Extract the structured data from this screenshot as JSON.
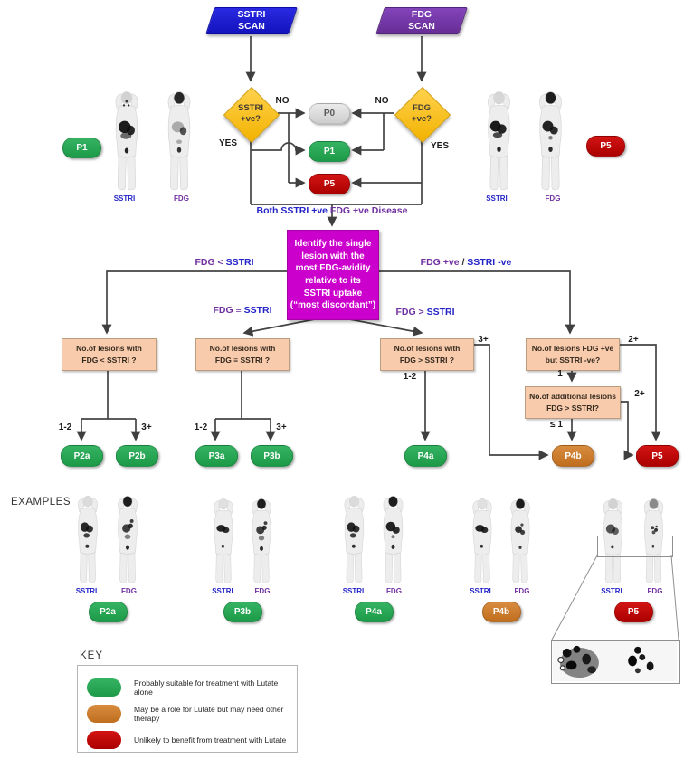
{
  "palette": {
    "blue": "#1717CE",
    "purple": "#7030A0",
    "gold": "#FFC000",
    "green": "#23A455",
    "orange": "#C8792B",
    "red": "#C00000",
    "gray": "#D9D9D9",
    "peach": "#F8CBAD",
    "magenta": "#CC00CC",
    "label_blue": "#2424C8",
    "line": "#444444"
  },
  "scan_nodes": {
    "sstri": {
      "label": "SSTRI\nSCAN"
    },
    "fdg": {
      "label": "FDG\nSCAN"
    }
  },
  "decisions": {
    "sstri": {
      "label": "SSTRI\n+ve?"
    },
    "fdg": {
      "label": "FDG\n+ve?"
    }
  },
  "edge_labels": {
    "no_left": "NO",
    "no_right": "NO",
    "yes_left": "YES",
    "yes_right": "YES"
  },
  "grades": {
    "p0": "P0",
    "p1": "P1",
    "p5": "P5"
  },
  "side_left": {
    "grade": "P1",
    "sstri": "SSTRI",
    "fdg": "FDG"
  },
  "side_right": {
    "grade": "P5",
    "sstri": "SSTRI",
    "fdg": "FDG"
  },
  "both_line": {
    "blue": "Both SSTRI +ve",
    "purple": " FDG +ve Disease"
  },
  "discordant_box": "Identify the single\nlesion with the\nmost FDG-avidity\nrelative to its\nSSTRI uptake\n(“most discordant”)",
  "branch_labels": {
    "lt": {
      "purple": "FDG < ",
      "blue": "SSTRI"
    },
    "eq": {
      "purple": "FDG ≡ ",
      "blue": "SSTRI"
    },
    "gt": {
      "purple": "FDG > ",
      "blue": "SSTRI"
    },
    "pos": {
      "purple": "FDG +ve ",
      "slash": "/",
      "blue": " SSTRI -ve"
    }
  },
  "questions": {
    "q1": "No.of lesions with\nFDG < SSTRI ?",
    "q2": "No.of lesions with\nFDG ≡ SSTRI ?",
    "q3": "No.of lesions with\nFDG > SSTRI ?",
    "q4": "No.of lesions FDG +ve\nbut SSTRI -ve?",
    "q5": "No.of additional lesions\nFDG > SSTRI?"
  },
  "counts": {
    "q1_low": "1-2",
    "q1_high": "3+",
    "q2_low": "1-2",
    "q2_high": "3+",
    "q3_low": "1-2",
    "q3_high": "3+",
    "q4_multi": "2+",
    "q4_one": "1",
    "q5_multi": "2+",
    "q5_le1": "≤ 1"
  },
  "results": {
    "p2a": "P2a",
    "p2b": "P2b",
    "p3a": "P3a",
    "p3b": "P3b",
    "p4a": "P4a",
    "p4b": "P4b",
    "p5": "P5"
  },
  "examples_section": {
    "title": "EXAMPLES",
    "items": [
      {
        "sstri": "SSTRI",
        "fdg": "FDG",
        "grade": "P2a",
        "color": "green"
      },
      {
        "sstri": "SSTRI",
        "fdg": "FDG",
        "grade": "P3b",
        "color": "green"
      },
      {
        "sstri": "SSTRI",
        "fdg": "FDG",
        "grade": "P4a",
        "color": "green"
      },
      {
        "sstri": "SSTRI",
        "fdg": "FDG",
        "grade": "P4b",
        "color": "orange"
      },
      {
        "sstri": "SSTRI",
        "fdg": "FDG",
        "grade": "P5",
        "color": "red"
      }
    ]
  },
  "key": {
    "title": "KEY",
    "items": [
      {
        "color": "green",
        "text": "Probably suitable for treatment with Lutate alone"
      },
      {
        "color": "orange",
        "text": "May be a role for Lutate but may need other therapy"
      },
      {
        "color": "red",
        "text": "Unlikely to benefit from treatment with Lutate"
      }
    ]
  }
}
